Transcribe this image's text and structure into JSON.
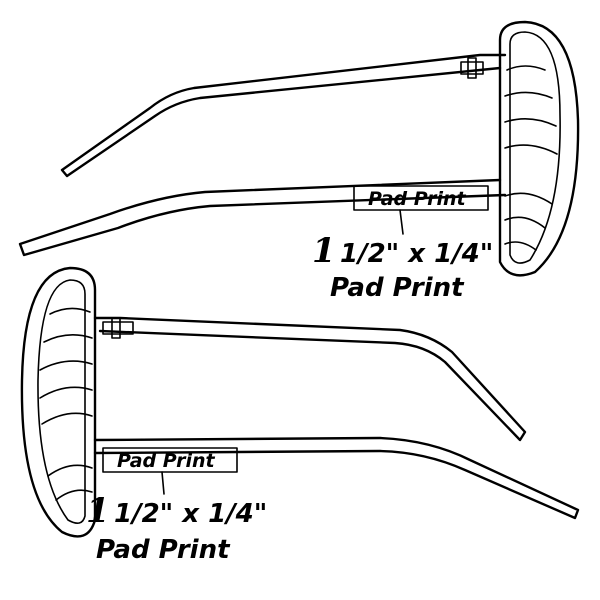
{
  "top_view": {
    "box_label": "Pad Print",
    "dimension_one": "1",
    "dimension_rest": "1/2\" x 1/4\"",
    "caption": "Pad Print"
  },
  "bottom_view": {
    "box_label": "Pad Print",
    "dimension_one": "1",
    "dimension_rest": "1/2\" x 1/4\"",
    "caption": "Pad Print"
  }
}
